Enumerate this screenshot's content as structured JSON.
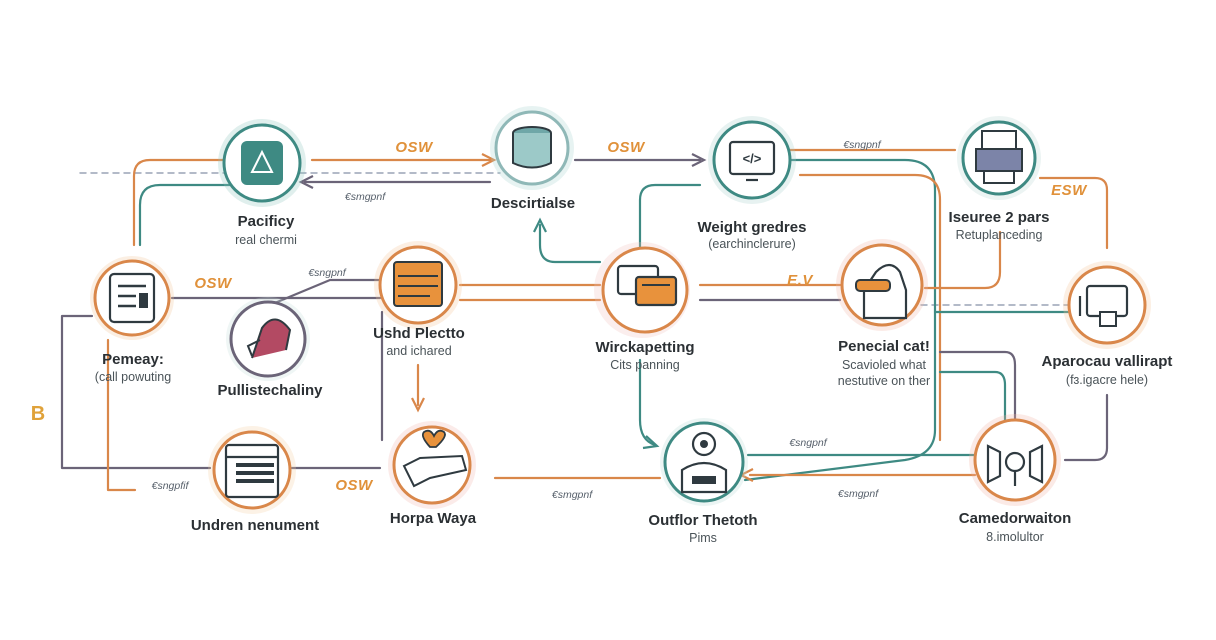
{
  "nodes": [
    {
      "id": "n1",
      "title": "Pacificy",
      "subtitle": "real chermi",
      "icon": "recycle-icon"
    },
    {
      "id": "n2",
      "title": "Descirtialse",
      "subtitle": "",
      "icon": "database-icon"
    },
    {
      "id": "n3",
      "title": "Weight gredres",
      "subtitle": "(earchinclerure)",
      "icon": "code-monitor-icon"
    },
    {
      "id": "n4",
      "title": "Iseuree 2 pars",
      "subtitle": "Retuplanceding",
      "icon": "printer-icon"
    },
    {
      "id": "n5",
      "title": "Pemeay:",
      "subtitle": "(call powuting",
      "icon": "document-icon"
    },
    {
      "id": "n6",
      "title": "Pullistechaliny",
      "subtitle": "",
      "icon": "plant-icon"
    },
    {
      "id": "n7",
      "title": "Ushd Plectto",
      "subtitle": "and ichared",
      "icon": "folder-icon"
    },
    {
      "id": "n8",
      "title": "Wirckapetting",
      "subtitle": "Cits panning",
      "icon": "chat-icon"
    },
    {
      "id": "n9",
      "title": "Penecial cat!",
      "subtitle": "Scavioled what",
      "subtitle2": "nestutive on ther",
      "icon": "hand-cat-icon"
    },
    {
      "id": "n10",
      "title": "Aparocau vallirapt",
      "subtitle": "(fɜ.igacre hele)",
      "icon": "screen-icon"
    },
    {
      "id": "n11",
      "title": "Undren nenument",
      "subtitle": "",
      "icon": "server-icon"
    },
    {
      "id": "n12",
      "title": "Horpa Waya",
      "subtitle": "",
      "icon": "heart-hand-icon"
    },
    {
      "id": "n13",
      "title": "Outflor Thetoth",
      "subtitle": "Pims",
      "icon": "robot-icon"
    },
    {
      "id": "n14",
      "title": "Camedorwaiton",
      "subtitle": "8.imolultor",
      "icon": "camera-icon"
    }
  ],
  "edge_labels": {
    "osw": "OSW",
    "esw": "ESW",
    "ev": "E.V",
    "sengpnf": "€sngpnf",
    "esmgpnf": "€smgpnf",
    "esngpfif": "€sngpfif"
  },
  "side_mark": "B",
  "colors": {
    "orange": "#d9874a",
    "teal": "#3e8a83",
    "purple": "#6b6478",
    "label_orange": "#e0913a"
  }
}
